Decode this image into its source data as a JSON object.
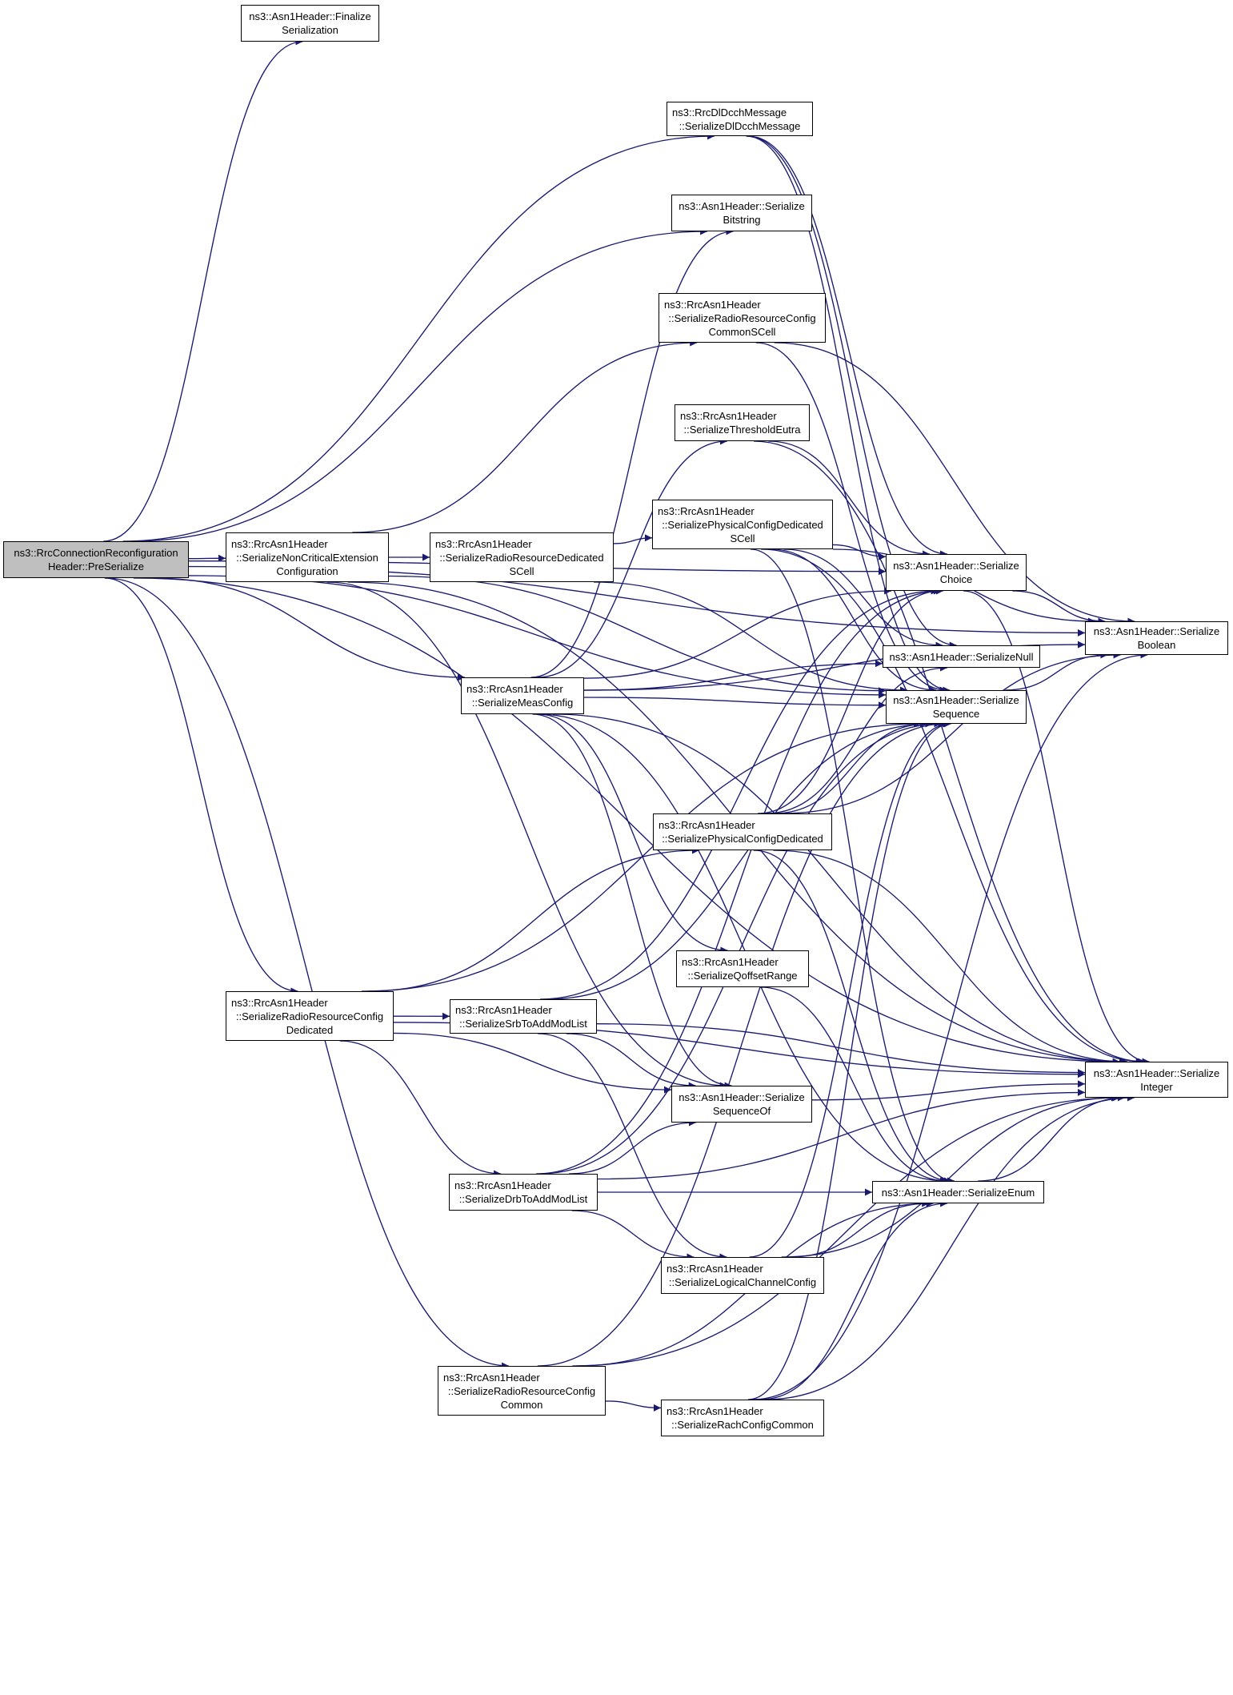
{
  "colors": {
    "edge": "#191970",
    "node_border": "#000000",
    "root_fill": "#bfbfbf",
    "node_fill": "#ffffff"
  },
  "nodes": {
    "root": {
      "line1": "ns3::RrcConnectionReconfiguration",
      "line2": "Header::PreSerialize",
      "line3": ""
    },
    "finalize": {
      "line1": "ns3::Asn1Header::Finalize",
      "line2": "Serialization",
      "line3": ""
    },
    "dldcch": {
      "line1": "ns3::RrcDlDcchMessage",
      "line2": "::SerializeDlDcchMessage",
      "line3": ""
    },
    "bitstring": {
      "line1": "ns3::Asn1Header::Serialize",
      "line2": "Bitstring",
      "line3": ""
    },
    "rrccommonscell": {
      "line1": "ns3::RrcAsn1Header",
      "line2": "::SerializeRadioResourceConfig",
      "line3": "CommonSCell"
    },
    "threshold": {
      "line1": "ns3::RrcAsn1Header",
      "line2": "::SerializeThresholdEutra",
      "line3": ""
    },
    "physdedscell": {
      "line1": "ns3::RrcAsn1Header",
      "line2": "::SerializePhysicalConfigDedicated",
      "line3": "SCell"
    },
    "noncritical": {
      "line1": "ns3::RrcAsn1Header",
      "line2": "::SerializeNonCriticalExtension",
      "line3": "Configuration"
    },
    "rrdedscell": {
      "line1": "ns3::RrcAsn1Header",
      "line2": "::SerializeRadioResourceDedicated",
      "line3": "SCell"
    },
    "choice": {
      "line1": "ns3::Asn1Header::Serialize",
      "line2": "Choice",
      "line3": ""
    },
    "boolean": {
      "line1": "ns3::Asn1Header::Serialize",
      "line2": "Boolean",
      "line3": ""
    },
    "null": {
      "line1": "ns3::Asn1Header::SerializeNull",
      "line2": "",
      "line3": ""
    },
    "measconfig": {
      "line1": "ns3::RrcAsn1Header",
      "line2": "::SerializeMeasConfig",
      "line3": ""
    },
    "sequence": {
      "line1": "ns3::Asn1Header::Serialize",
      "line2": "Sequence",
      "line3": ""
    },
    "physded": {
      "line1": "ns3::RrcAsn1Header",
      "line2": "::SerializePhysicalConfigDedicated",
      "line3": ""
    },
    "qoffset": {
      "line1": "ns3::RrcAsn1Header",
      "line2": "::SerializeQoffsetRange",
      "line3": ""
    },
    "rrcded": {
      "line1": "ns3::RrcAsn1Header",
      "line2": "::SerializeRadioResourceConfig",
      "line3": "Dedicated"
    },
    "srb": {
      "line1": "ns3::RrcAsn1Header",
      "line2": "::SerializeSrbToAddModList",
      "line3": ""
    },
    "integer": {
      "line1": "ns3::Asn1Header::Serialize",
      "line2": "Integer",
      "line3": ""
    },
    "sequenceof": {
      "line1": "ns3::Asn1Header::Serialize",
      "line2": "SequenceOf",
      "line3": ""
    },
    "drb": {
      "line1": "ns3::RrcAsn1Header",
      "line2": "::SerializeDrbToAddModList",
      "line3": ""
    },
    "enum": {
      "line1": "ns3::Asn1Header::SerializeEnum",
      "line2": "",
      "line3": ""
    },
    "logical": {
      "line1": "ns3::RrcAsn1Header",
      "line2": "::SerializeLogicalChannelConfig",
      "line3": ""
    },
    "rrccommon": {
      "line1": "ns3::RrcAsn1Header",
      "line2": "::SerializeRadioResourceConfig",
      "line3": "Common"
    },
    "rach": {
      "line1": "ns3::RrcAsn1Header",
      "line2": "::SerializeRachConfigCommon",
      "line3": ""
    }
  },
  "edges": [
    [
      "root",
      "finalize"
    ],
    [
      "root",
      "dldcch"
    ],
    [
      "root",
      "bitstring"
    ],
    [
      "root",
      "noncritical"
    ],
    [
      "root",
      "measconfig"
    ],
    [
      "root",
      "rrcded"
    ],
    [
      "root",
      "rrccommon"
    ],
    [
      "root",
      "choice"
    ],
    [
      "root",
      "sequence"
    ],
    [
      "root",
      "boolean"
    ],
    [
      "root",
      "integer"
    ],
    [
      "dldcch",
      "choice"
    ],
    [
      "dldcch",
      "null"
    ],
    [
      "dldcch",
      "sequence"
    ],
    [
      "noncritical",
      "rrccommonscell"
    ],
    [
      "noncritical",
      "rrdedscell"
    ],
    [
      "noncritical",
      "integer"
    ],
    [
      "noncritical",
      "sequence"
    ],
    [
      "noncritical",
      "sequenceof"
    ],
    [
      "rrdedscell",
      "physdedscell"
    ],
    [
      "rrdedscell",
      "sequence"
    ],
    [
      "physdedscell",
      "choice"
    ],
    [
      "physdedscell",
      "boolean"
    ],
    [
      "physdedscell",
      "null"
    ],
    [
      "physdedscell",
      "sequence"
    ],
    [
      "physdedscell",
      "integer"
    ],
    [
      "physdedscell",
      "enum"
    ],
    [
      "rrccommonscell",
      "boolean"
    ],
    [
      "rrccommonscell",
      "sequence"
    ],
    [
      "threshold",
      "choice"
    ],
    [
      "threshold",
      "integer"
    ],
    [
      "measconfig",
      "bitstring"
    ],
    [
      "measconfig",
      "boolean"
    ],
    [
      "measconfig",
      "threshold"
    ],
    [
      "measconfig",
      "choice"
    ],
    [
      "measconfig",
      "null"
    ],
    [
      "measconfig",
      "sequence"
    ],
    [
      "measconfig",
      "qoffset"
    ],
    [
      "measconfig",
      "integer"
    ],
    [
      "measconfig",
      "sequenceof"
    ],
    [
      "measconfig",
      "enum"
    ],
    [
      "choice",
      "boolean"
    ],
    [
      "choice",
      "integer"
    ],
    [
      "sequence",
      "boolean"
    ],
    [
      "physded",
      "choice"
    ],
    [
      "physded",
      "null"
    ],
    [
      "physded",
      "sequence"
    ],
    [
      "physded",
      "boolean"
    ],
    [
      "physded",
      "integer"
    ],
    [
      "physded",
      "enum"
    ],
    [
      "qoffset",
      "enum"
    ],
    [
      "rrcded",
      "physded"
    ],
    [
      "rrcded",
      "srb"
    ],
    [
      "rrcded",
      "drb"
    ],
    [
      "rrcded",
      "sequence"
    ],
    [
      "rrcded",
      "sequenceof"
    ],
    [
      "rrcded",
      "integer"
    ],
    [
      "srb",
      "choice"
    ],
    [
      "srb",
      "sequence"
    ],
    [
      "srb",
      "integer"
    ],
    [
      "srb",
      "sequenceof"
    ],
    [
      "srb",
      "logical"
    ],
    [
      "drb",
      "sequenceof"
    ],
    [
      "drb",
      "sequence"
    ],
    [
      "drb",
      "logical"
    ],
    [
      "drb",
      "choice"
    ],
    [
      "drb",
      "enum"
    ],
    [
      "drb",
      "integer"
    ],
    [
      "sequenceof",
      "integer"
    ],
    [
      "enum",
      "integer"
    ],
    [
      "logical",
      "sequence"
    ],
    [
      "logical",
      "enum"
    ],
    [
      "logical",
      "integer"
    ],
    [
      "rrccommon",
      "rach"
    ],
    [
      "rrccommon",
      "sequence"
    ],
    [
      "rrccommon",
      "enum"
    ],
    [
      "rrccommon",
      "integer"
    ],
    [
      "rach",
      "sequence"
    ],
    [
      "rach",
      "enum"
    ],
    [
      "rach",
      "integer"
    ],
    [
      "rach",
      "boolean"
    ]
  ]
}
